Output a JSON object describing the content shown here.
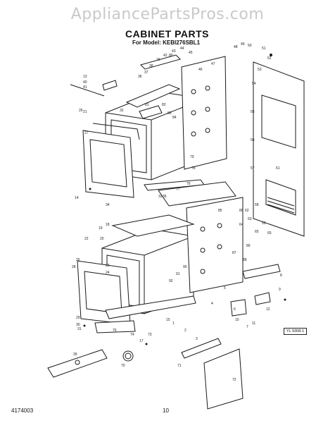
{
  "watermark": "AppliancePartsPros.com",
  "header": {
    "title": "CABINET PARTS",
    "subtitle": "For Model: KEBI276SBL1"
  },
  "footer": {
    "doc_number": "4174003",
    "page_number": "10"
  },
  "reference_code": "YL 9308-1",
  "callouts": [
    "13",
    "40",
    "41",
    "26",
    "27",
    "14",
    "34",
    "21",
    "32",
    "33",
    "35",
    "36",
    "37",
    "38",
    "16",
    "42",
    "43",
    "44",
    "45",
    "46",
    "47",
    "48",
    "49",
    "50",
    "51",
    "52",
    "53",
    "54",
    "55",
    "56",
    "57",
    "58",
    "59",
    "60",
    "61",
    "62",
    "63",
    "64",
    "65",
    "18",
    "19",
    "20",
    "22",
    "23",
    "24",
    "25",
    "28",
    "29",
    "30",
    "31",
    "1",
    "2",
    "3",
    "4",
    "5",
    "6",
    "7",
    "8",
    "9",
    "10",
    "11",
    "12",
    "15",
    "17",
    "39",
    "70",
    "71",
    "72",
    "73",
    "74",
    "75",
    "76",
    "77",
    "78",
    "79",
    "80",
    "81",
    "82",
    "83",
    "84",
    "85",
    "86",
    "87",
    "88",
    "89",
    "90",
    "91",
    "92"
  ]
}
